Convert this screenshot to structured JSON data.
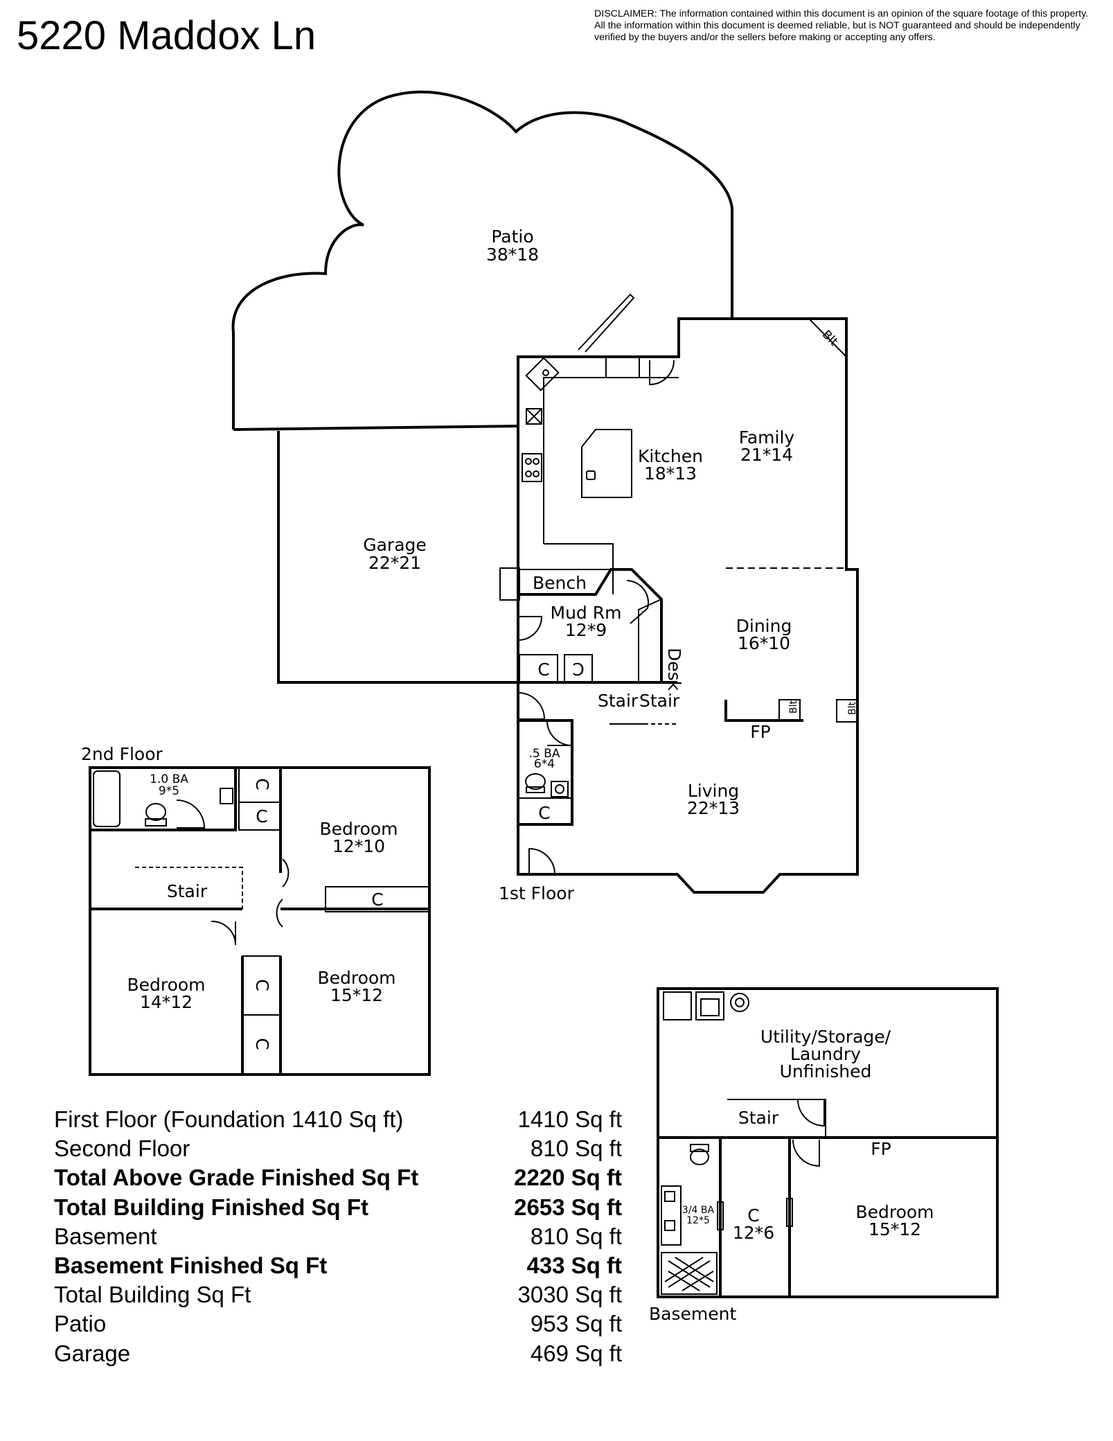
{
  "title": "5220 Maddox Ln",
  "disclaimer": [
    "DISCLAIMER: The information contained within this document is an opinion of the square footage of this property.",
    "All the information within this document is deemed reliable, but is NOT guaranteed and should be independently",
    "verified by the buyers and/or the sellers before making or accepting any offers."
  ],
  "first_floor": {
    "label": "1st Floor",
    "rooms": {
      "patio": {
        "name": "Patio",
        "dim": "38*18"
      },
      "garage": {
        "name": "Garage",
        "dim": "22*21"
      },
      "kitchen": {
        "name": "Kitchen",
        "dim": "18*13"
      },
      "family": {
        "name": "Family",
        "dim": "21*14"
      },
      "mud_room": {
        "name": "Mud Rm",
        "dim": "12*9"
      },
      "dining": {
        "name": "Dining",
        "dim": "16*10"
      },
      "living": {
        "name": "Living",
        "dim": "22*13"
      },
      "half_bath": {
        "name": ".5 BA",
        "dim": "6*4"
      }
    },
    "bench": "Bench",
    "desk": "Desk",
    "stair_a": "Stair",
    "stair_b": "Stair",
    "fp": "FP",
    "blt": "Blt",
    "closet": "C"
  },
  "second_floor": {
    "label": "2nd Floor",
    "rooms": {
      "bath": {
        "name": "1.0 BA",
        "dim": "9*5"
      },
      "bedroom_ne": {
        "name": "Bedroom",
        "dim": "12*10"
      },
      "bedroom_sw": {
        "name": "Bedroom",
        "dim": "14*12"
      },
      "bedroom_se": {
        "name": "Bedroom",
        "dim": "15*12"
      }
    },
    "stair": "Stair",
    "closet": "C"
  },
  "basement": {
    "label": "Basement",
    "rooms": {
      "utility": {
        "line1": "Utility/Storage/",
        "line2": "Laundry",
        "line3": "Unfinished"
      },
      "bath": {
        "name": "3/4 BA",
        "dim": "12*5"
      },
      "closet": {
        "name": "C",
        "dim": "12*6"
      },
      "bedroom": {
        "name": "Bedroom",
        "dim": "15*12"
      }
    },
    "stair": "Stair",
    "fp": "FP"
  },
  "square_footage": [
    {
      "label": "First Floor (Foundation 1410 Sq ft)",
      "value": "1410 Sq ft",
      "bold": false
    },
    {
      "label": "Second Floor",
      "value": "810 Sq ft",
      "bold": false
    },
    {
      "label": "Total Above Grade Finished Sq Ft",
      "value": "2220 Sq ft",
      "bold": true
    },
    {
      "label": "Total Building Finished Sq Ft",
      "value": "2653 Sq ft",
      "bold": true
    },
    {
      "label": "Basement",
      "value": "810 Sq ft",
      "bold": false
    },
    {
      "label": "Basement Finished Sq Ft",
      "value": "433 Sq ft",
      "bold": true
    },
    {
      "label": "Total Building Sq Ft",
      "value": "3030 Sq ft",
      "bold": false
    },
    {
      "label": "Patio",
      "value": "953 Sq ft",
      "bold": false
    },
    {
      "label": "Garage",
      "value": "469 Sq ft",
      "bold": false
    }
  ]
}
